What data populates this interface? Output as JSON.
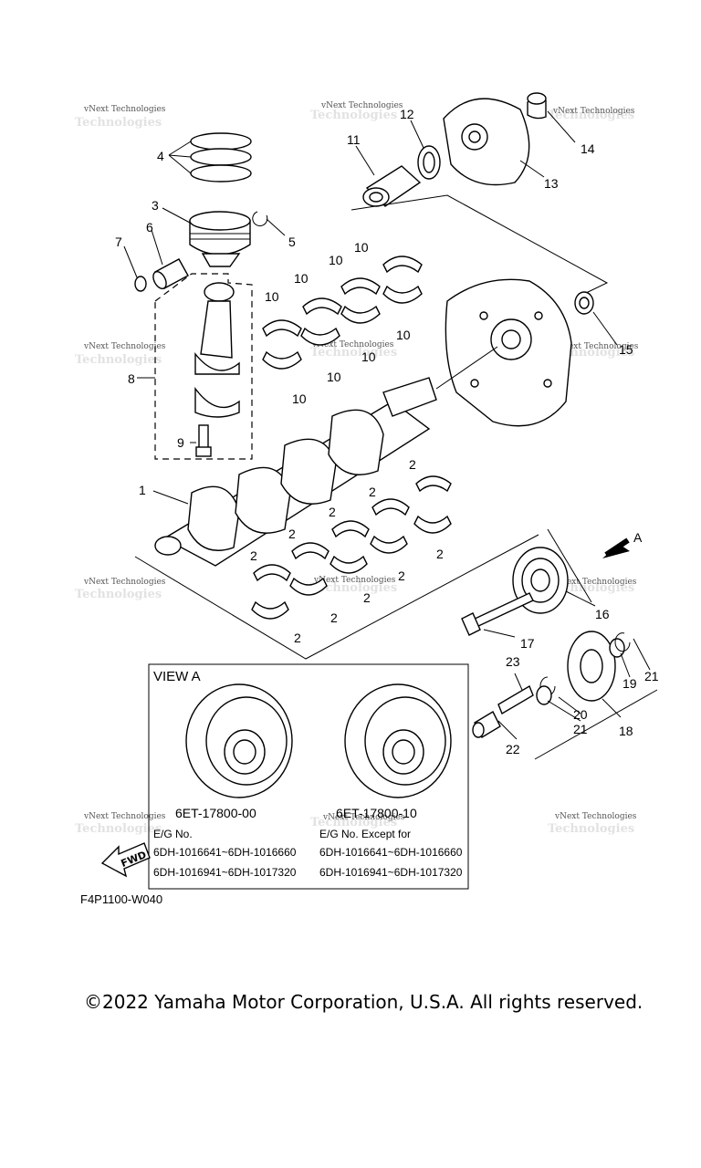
{
  "watermark": "vNext Technologies",
  "callouts": {
    "c1": "1",
    "c2": "2",
    "c3": "3",
    "c4": "4",
    "c5": "5",
    "c6": "6",
    "c7": "7",
    "c8": "8",
    "c9": "9",
    "c10": "10",
    "c11": "11",
    "c12": "12",
    "c13": "13",
    "c14": "14",
    "c15": "15",
    "c16": "16",
    "c17": "17",
    "c18": "18",
    "c19": "19",
    "c20": "20",
    "c21": "21",
    "c22": "22",
    "c23": "23"
  },
  "view_a": {
    "marker": "A",
    "title": "VIEW A",
    "left": {
      "part_number": "6ET-17800-00",
      "eg_label": "E/G No.",
      "range1": "6DH-1016641~6DH-1016660",
      "range2": "6DH-1016941~6DH-1017320"
    },
    "right": {
      "part_number": "6ET-17800-10",
      "eg_label": "E/G No. Except for",
      "range1": "6DH-1016641~6DH-1016660",
      "range2": "6DH-1016941~6DH-1017320"
    }
  },
  "fwd_label": "FWD",
  "diagram_code": "F4P1100-W040",
  "copyright": "©2022 Yamaha Motor Corporation, U.S.A. All rights reserved."
}
